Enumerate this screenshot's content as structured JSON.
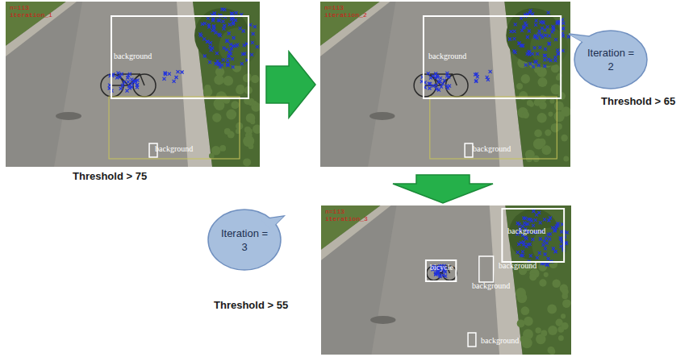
{
  "diagram": {
    "nodes": [
      {
        "text": [
          "Iteration = 2"
        ]
      },
      {
        "text": [
          "Iteration = 3"
        ]
      }
    ],
    "edges": [],
    "labels": [
      "Threshold > 75",
      "Threshold > 65",
      "Threshold > 55",
      "n=113",
      "iteration_1",
      "background",
      "background",
      "n=113",
      "iteration_2",
      "background",
      "background",
      "n=113",
      "iteration_3",
      "background",
      "bicycle",
      "background",
      "background",
      "background"
    ]
  }
}
